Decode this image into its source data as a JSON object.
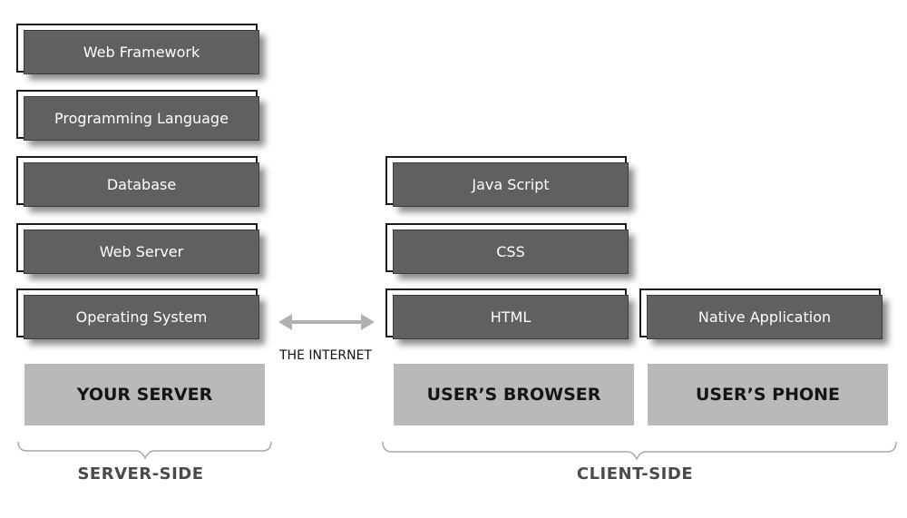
{
  "server_stack": [
    {
      "label": "Web Framework"
    },
    {
      "label": "Programming Language"
    },
    {
      "label": "Database"
    },
    {
      "label": "Web Server"
    },
    {
      "label": "Operating System"
    }
  ],
  "browser_stack": [
    {
      "label": "Java Script"
    },
    {
      "label": "CSS"
    },
    {
      "label": "HTML"
    }
  ],
  "phone_stack": [
    {
      "label": "Native Application"
    }
  ],
  "bases": {
    "server": "YOUR SERVER",
    "browser": "USER’S BROWSER",
    "phone": "USER’S PHONE"
  },
  "internet_label": "THE INTERNET",
  "sides": {
    "server": "SERVER-SIDE",
    "client": "CLIENT-SIDE"
  },
  "colors": {
    "box_fill": "#606060",
    "base_fill": "#b9b9b9",
    "arrow": "#b0b0b0",
    "brace": "#a9a9a9",
    "side_text": "#4a4a4a"
  }
}
